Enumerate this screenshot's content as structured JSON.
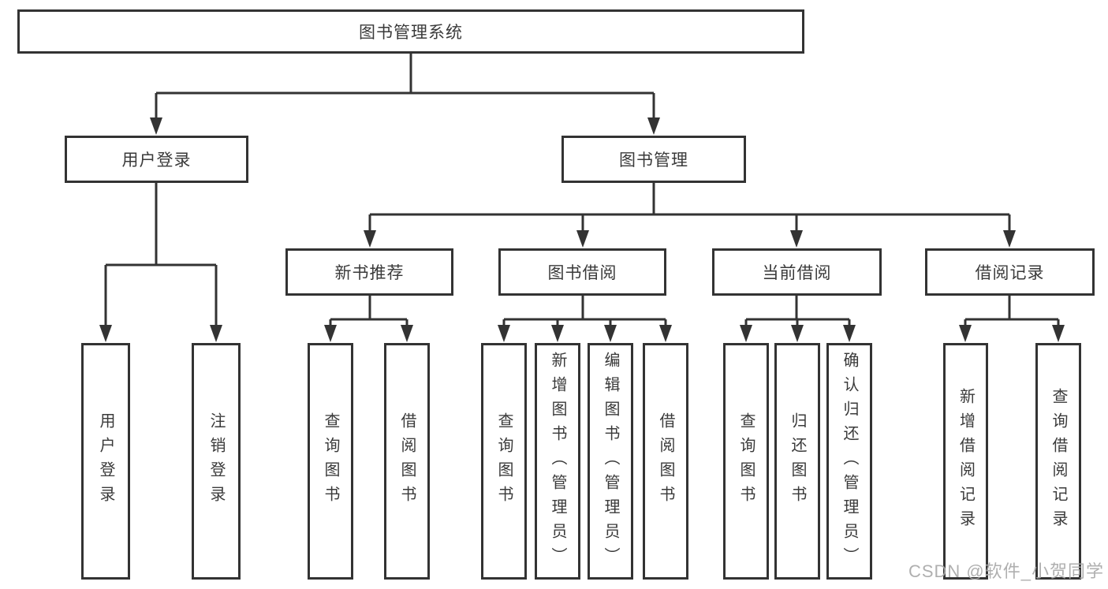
{
  "diagram": {
    "root": {
      "label": "图书管理系统"
    },
    "branches": [
      {
        "label": "用户登录",
        "children": [
          {
            "label": "用户登录"
          },
          {
            "label": "注销登录"
          }
        ]
      },
      {
        "label": "图书管理",
        "children": [
          {
            "label": "新书推荐",
            "children": [
              {
                "label": "查询图书"
              },
              {
                "label": "借阅图书"
              }
            ]
          },
          {
            "label": "图书借阅",
            "children": [
              {
                "label": "查询图书"
              },
              {
                "label": "新增图书（管理员）"
              },
              {
                "label": "编辑图书（管理员）"
              },
              {
                "label": "借阅图书"
              }
            ]
          },
          {
            "label": "当前借阅",
            "children": [
              {
                "label": "查询图书"
              },
              {
                "label": "归还图书"
              },
              {
                "label": "确认归还（管理员）"
              }
            ]
          },
          {
            "label": "借阅记录",
            "children": [
              {
                "label": "新增借阅记录"
              },
              {
                "label": "查询借阅记录"
              }
            ]
          }
        ]
      }
    ]
  },
  "watermark": {
    "text": "CSDN @软件_小贺同学"
  },
  "colors": {
    "line": "#333333",
    "text": "#3a3a3a",
    "box_fill": "#ffffff",
    "background": "#ffffff",
    "watermark": "#a9a9a9"
  }
}
